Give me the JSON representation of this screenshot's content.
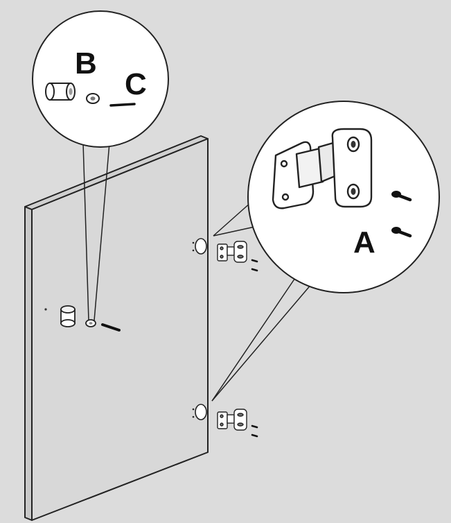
{
  "labels": {
    "a": "A",
    "b": "B",
    "c": "C"
  },
  "colors": {
    "background": "#dcdcdc",
    "panel": "#d6d6d6",
    "line": "#222222",
    "circle_fill": "#ffffff"
  }
}
